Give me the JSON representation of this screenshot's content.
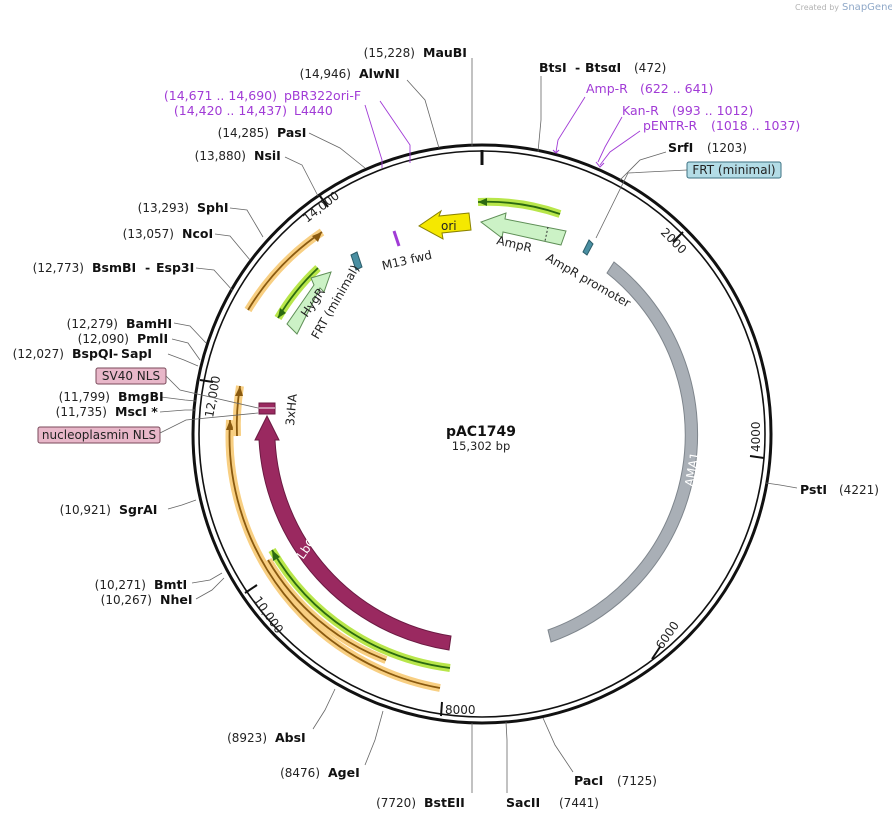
{
  "map": {
    "name": "pAC1749",
    "size_label": "15,302 bp",
    "total_bp": 15302
  },
  "branding": {
    "created_by": "Created by",
    "app": "SnapGene"
  },
  "ticks": [
    "2000",
    "4000",
    "6000",
    "8000",
    "10,000",
    "12,000",
    "14,000"
  ],
  "sites": [
    {
      "id": "mau",
      "name": "MauBI",
      "pos": "(15,228)",
      "bp": 15228
    },
    {
      "id": "alw",
      "name": "AlwNI",
      "pos": "(14,946)",
      "bp": 14946
    },
    {
      "id": "pas",
      "name": "PasI",
      "pos": "(14,285)",
      "bp": 14285
    },
    {
      "id": "nsi",
      "name": "NsiI",
      "pos": "(13,880)",
      "bp": 13880
    },
    {
      "id": "sph",
      "name": "SphI",
      "pos": "(13,293)",
      "bp": 13293
    },
    {
      "id": "nco",
      "name": "NcoI",
      "pos": "(13,057)",
      "bp": 13057
    },
    {
      "id": "bsm",
      "name": "BsmBI",
      "name2": "Esp3I",
      "pos": "(12,773)",
      "bp": 12773
    },
    {
      "id": "bam",
      "name": "BamHI",
      "pos": "(12,279)",
      "bp": 12279
    },
    {
      "id": "pml",
      "name": "PmlI",
      "pos": "(12,090)",
      "bp": 12090
    },
    {
      "id": "bsp",
      "name": "BspQI",
      "name2": "SapI",
      "pos": "(12,027)",
      "bp": 12027
    },
    {
      "id": "bmg",
      "name": "BmgBI",
      "pos": "(11,799)",
      "bp": 11799
    },
    {
      "id": "msc",
      "name": "MscI *",
      "pos": "(11,735)",
      "bp": 11735
    },
    {
      "id": "sgr",
      "name": "SgrAI",
      "pos": "(10,921)",
      "bp": 10921
    },
    {
      "id": "bmt",
      "name": "BmtI",
      "pos": "(10,271)",
      "bp": 10271
    },
    {
      "id": "nhe",
      "name": "NheI",
      "pos": "(10,267)",
      "bp": 10267
    },
    {
      "id": "abs",
      "name": "AbsI",
      "pos": "(8923)",
      "bp": 8923
    },
    {
      "id": "age",
      "name": "AgeI",
      "pos": "(8476)",
      "bp": 8476
    },
    {
      "id": "bste",
      "name": "BstEII",
      "pos": "(7720)",
      "bp": 7720
    },
    {
      "id": "sac",
      "name": "SacII",
      "pos": "(7441)",
      "bp": 7441
    },
    {
      "id": "pac",
      "name": "PacI",
      "pos": "(7125)",
      "bp": 7125
    },
    {
      "id": "pst",
      "name": "PstI",
      "pos": "(4221)",
      "bp": 4221
    },
    {
      "id": "srf",
      "name": "SrfI",
      "pos": "(1203)",
      "bp": 1203
    },
    {
      "id": "bts",
      "name": "BtsI",
      "name2": "BtsαI",
      "pos": "(472)",
      "bp": 472
    }
  ],
  "primers": [
    {
      "id": "ampr",
      "name": "Amp-R",
      "pos": "(622 .. 641)"
    },
    {
      "id": "kanr",
      "name": "Kan-R",
      "pos": "(993 .. 1012)"
    },
    {
      "id": "pentr",
      "name": "pENTR-R",
      "pos": "(1018 .. 1037)"
    },
    {
      "id": "pbr",
      "name": "pBR322ori-F",
      "pos": "(14,671 .. 14,690)"
    },
    {
      "id": "l4440",
      "name": "L4440",
      "pos": "(14,420 .. 14,437)"
    }
  ],
  "boxed_features": {
    "frt_top": "FRT (minimal)",
    "sv40": "SV40 NLS",
    "nucleoplasmin": "nucleoplasmin NLS"
  },
  "features": {
    "ori": "ori",
    "ampr": "AmpR",
    "ampr_promoter": "AmpR promoter",
    "m13fwd": "M13 fwd",
    "hygr": "HygR",
    "frt_inner": "FRT (minimal)",
    "ama1": "AMA1",
    "lbcpf1": "LbCpf1",
    "tag3xha": "3xHA"
  },
  "colors": {
    "backbone": "#111111",
    "ori": "#f5e800",
    "ampr": "#ccf2c6",
    "ama1": "#a9afb6",
    "lbcpf1": "#9a2960",
    "orange_glow": "#f8cf82",
    "green_glow": "#b8e64a",
    "frt_box": "#b3dce6",
    "nls_box": "#e8b7c9",
    "primer": "#a13bd6"
  }
}
